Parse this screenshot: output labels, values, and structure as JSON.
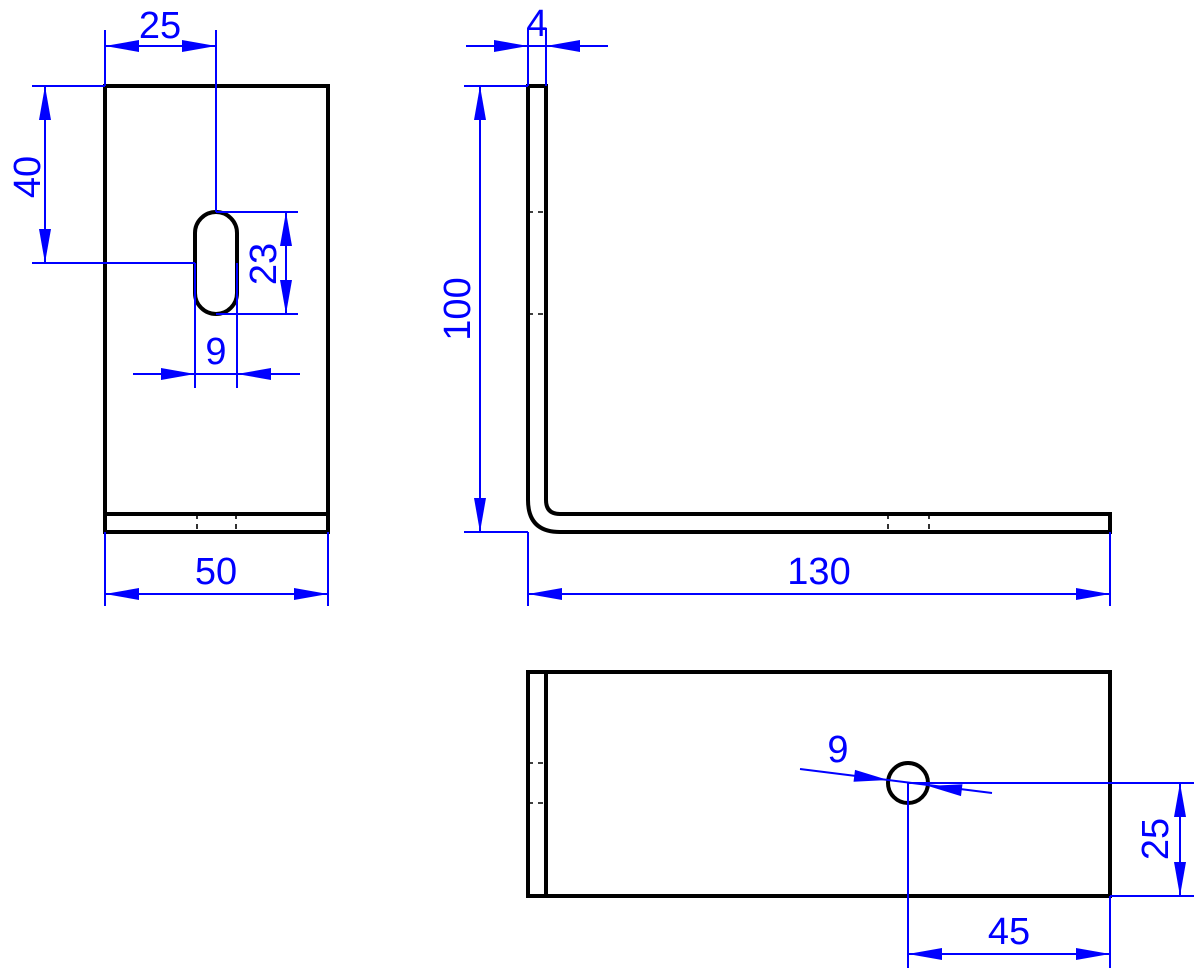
{
  "colors": {
    "outline": "#000000",
    "dimension": "#0000ff",
    "background": "#ffffff"
  },
  "dimensions": {
    "front_slot_offset": "25",
    "front_slot_height_pos": "40",
    "front_slot_length": "23",
    "front_slot_width": "9",
    "front_width": "50",
    "side_thickness": "4",
    "side_height": "100",
    "side_length": "130",
    "top_hole_diameter": "9",
    "top_hole_offset_y": "25",
    "top_hole_offset_x": "45"
  }
}
